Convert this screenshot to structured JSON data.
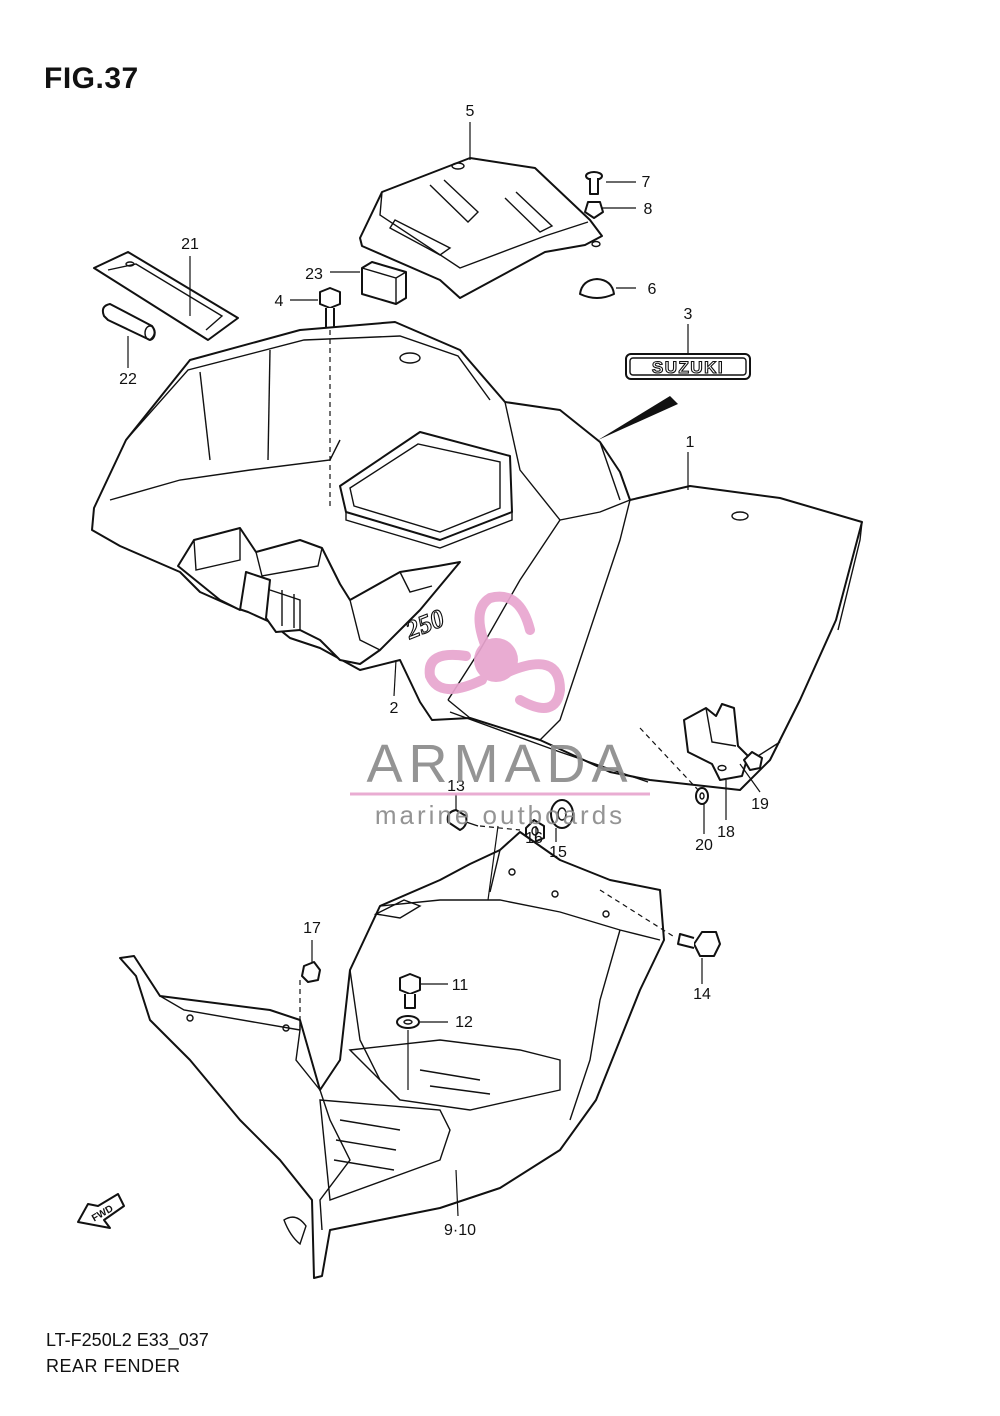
{
  "figure": {
    "title": "FIG.37",
    "model_code": "LT-F250L2 E33_037",
    "assembly_name": "REAR FENDER"
  },
  "emblem_text": "SUZUKI",
  "fender_number": "250",
  "fwd_label": "FWD",
  "watermark": {
    "brand": "ARMADA",
    "tagline": "marine outboards",
    "accent_color": "#e8a5cf",
    "text_color": "#8c8c8c"
  },
  "callouts": [
    {
      "id": "c1",
      "label": "1"
    },
    {
      "id": "c2",
      "label": "2"
    },
    {
      "id": "c3",
      "label": "3"
    },
    {
      "id": "c4",
      "label": "4"
    },
    {
      "id": "c5",
      "label": "5"
    },
    {
      "id": "c6",
      "label": "6"
    },
    {
      "id": "c7",
      "label": "7"
    },
    {
      "id": "c8",
      "label": "8"
    },
    {
      "id": "c910",
      "label": "9·10"
    },
    {
      "id": "c11",
      "label": "11"
    },
    {
      "id": "c12",
      "label": "12"
    },
    {
      "id": "c13",
      "label": "13"
    },
    {
      "id": "c14",
      "label": "14"
    },
    {
      "id": "c15",
      "label": "15"
    },
    {
      "id": "c16",
      "label": "16"
    },
    {
      "id": "c17",
      "label": "17"
    },
    {
      "id": "c18",
      "label": "18"
    },
    {
      "id": "c19",
      "label": "19"
    },
    {
      "id": "c20",
      "label": "20"
    },
    {
      "id": "c21",
      "label": "21"
    },
    {
      "id": "c22",
      "label": "22"
    },
    {
      "id": "c23",
      "label": "23"
    }
  ]
}
